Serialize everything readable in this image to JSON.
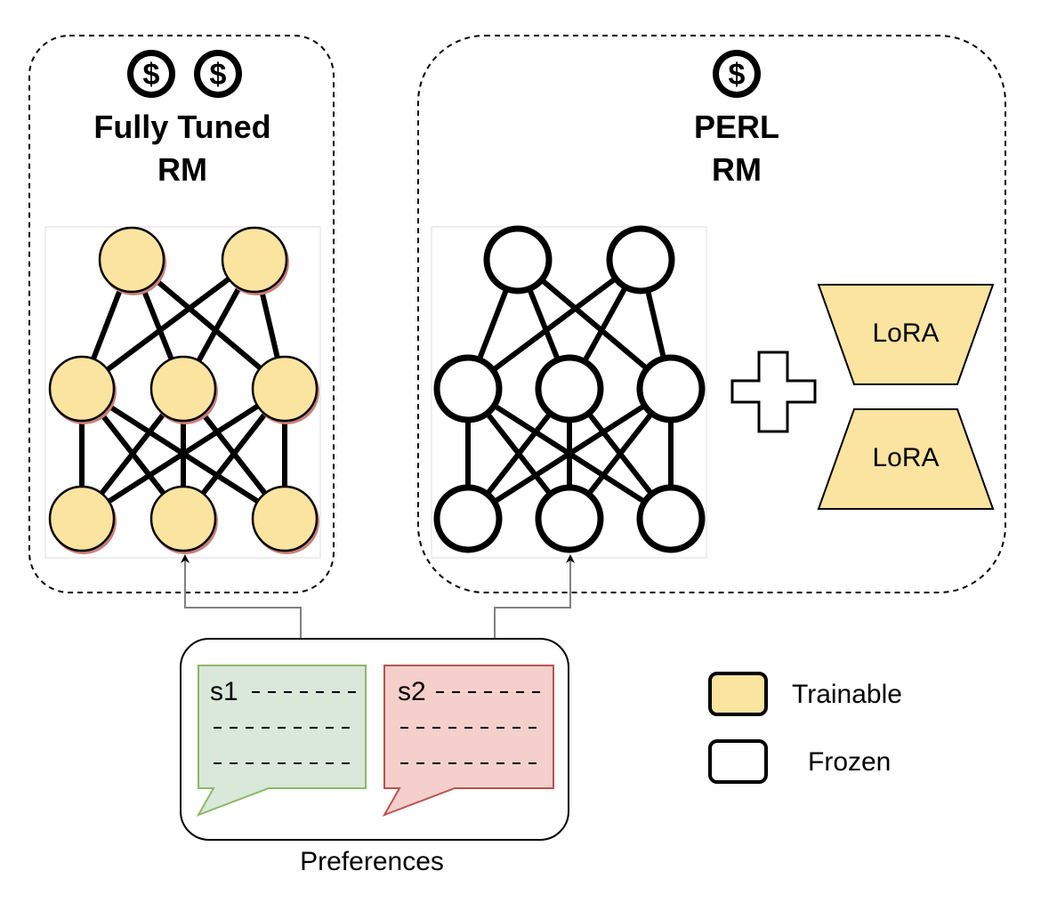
{
  "panels": {
    "fully_tuned": {
      "cost_icons": [
        "dollar-coin-icon",
        "dollar-coin-icon"
      ],
      "title_line1": "Fully Tuned",
      "title_line2": "RM",
      "node_state": "trainable"
    },
    "perl": {
      "cost_icons": [
        "dollar-coin-icon"
      ],
      "title_line1": "PERL",
      "title_line2": "RM",
      "node_state": "frozen",
      "plus_symbol": "plus-icon",
      "adapters": [
        {
          "label": "LoRA",
          "shape": "down-projection"
        },
        {
          "label": "LoRA",
          "shape": "up-projection"
        }
      ]
    }
  },
  "preferences": {
    "caption": "Preferences",
    "samples": [
      {
        "label": "s1",
        "fill": "#dae8d9",
        "stroke": "#8cb86b"
      },
      {
        "label": "s2",
        "fill": "#f4cfcc",
        "stroke": "#b85450"
      }
    ]
  },
  "legend": {
    "items": [
      {
        "label": "Trainable",
        "fill": "#fbe4a0"
      },
      {
        "label": "Frozen",
        "fill": "#ffffff"
      }
    ]
  },
  "colors": {
    "trainable_fill": "#fbe4a0",
    "trainable_shadow": "#c9807a",
    "frozen_fill": "#ffffff",
    "ink": "#000000",
    "arrow": "#808080"
  }
}
